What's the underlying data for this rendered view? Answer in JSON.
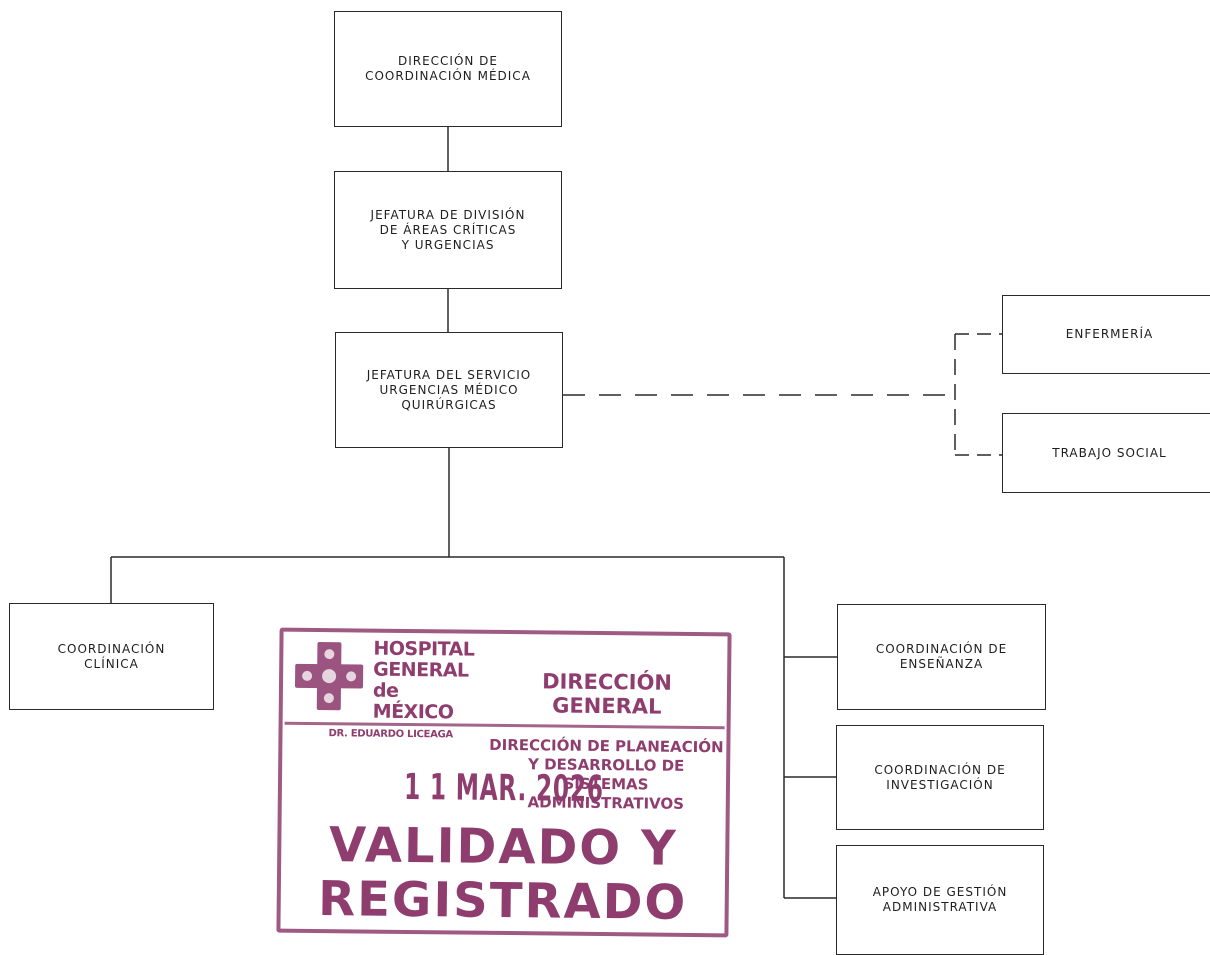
{
  "org_chart": {
    "direccion": "DIRECCIÓN DE\nCOORDINACIÓN MÉDICA",
    "jefatura_division": "JEFATURA DE DIVISIÓN\nDE ÁREAS CRÍTICAS\nY URGENCIAS",
    "jefatura_servicio": "JEFATURA DEL SERVICIO\nURGENCIAS MÉDICO\nQUIRÚRGICAS",
    "enfermeria": "ENFERMERÍA",
    "trabajo_social": "TRABAJO SOCIAL",
    "coord_clinica": "COORDINACIÓN\nCLÍNICA",
    "coord_ensenanza": "COORDINACIÓN DE\nENSEÑANZA",
    "coord_investigacion": "COORDINACIÓN DE\nINVESTIGACIÓN",
    "apoyo_gestion": "APOYO DE GESTIÓN\nADMINISTRATIVA"
  },
  "stamp": {
    "hospital": "HOSPITAL\nGENERAL\nde MÉXICO",
    "doctor": "DR. EDUARDO LICEAGA",
    "office_title": "DIRECCIÓN GENERAL",
    "office_sub": "DIRECCIÓN DE PLANEACIÓN\nY DESARROLLO DE SISTEMAS\nADMINISTRATIVOS",
    "date": "1 1 MAR. 2026",
    "status": "VALIDADO Y\nREGISTRADO",
    "color": "#8e3d6e"
  }
}
